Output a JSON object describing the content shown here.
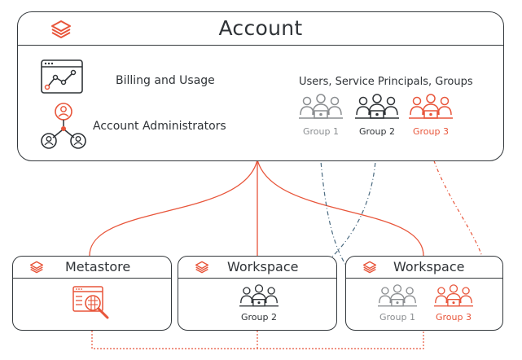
{
  "account": {
    "title": "Account",
    "billing_label": "Billing and Usage",
    "admins_label": "Account Administrators",
    "identities_label": "Users, Service Principals, Groups",
    "groups": [
      {
        "label": "Group 1",
        "color": "#8a8d90"
      },
      {
        "label": "Group 2",
        "color": "#2f3337"
      },
      {
        "label": "Group 3",
        "color": "#e8553a"
      }
    ]
  },
  "metastore": {
    "title": "Metastore"
  },
  "workspaces": [
    {
      "title": "Workspace",
      "groups": [
        {
          "label": "Group 2",
          "color": "#2f3337"
        }
      ]
    },
    {
      "title": "Workspace",
      "groups": [
        {
          "label": "Group 1",
          "color": "#8a8d90"
        },
        {
          "label": "Group 3",
          "color": "#e8553a"
        }
      ]
    }
  ],
  "colors": {
    "accent": "#e8553a",
    "dark": "#2f3337",
    "gray": "#8a8d90",
    "blue_dash": "#4a6a80"
  },
  "icons": [
    "databricks-logo-icon",
    "chart-window-icon",
    "admin-network-icon",
    "group-icon",
    "data-catalog-icon"
  ]
}
